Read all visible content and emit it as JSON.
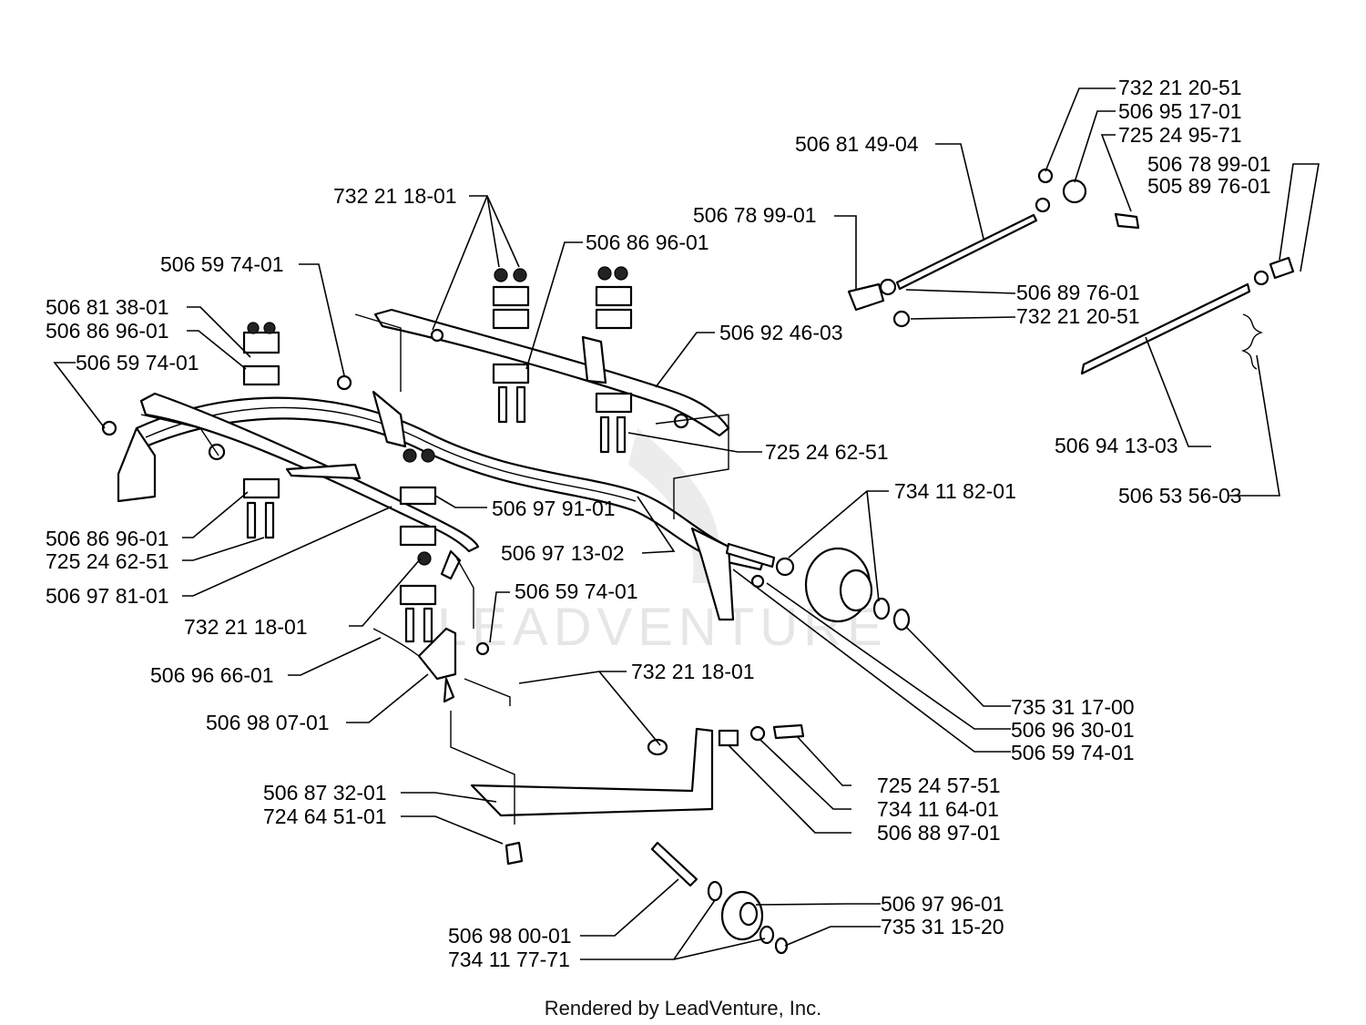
{
  "watermark": "LEADVENTURE",
  "footer": "Rendered by LeadVenture, Inc.",
  "labels": [
    "732 21 20-51",
    "506 95 17-01",
    "725 24 95-71",
    "506 81 49-04",
    "506 78 99-01",
    "505 89 76-01",
    "506 78 99-01",
    "506 89 76-01",
    "732 21 20-51",
    "732 21 18-01",
    "506 86 96-01",
    "506 59 74-01",
    "506 92 46-03",
    "506 81 38-01",
    "506 86 96-01",
    "506 59 74-01",
    "725 24 62-51",
    "506 94 13-03",
    "506 53 56-03",
    "734 11 82-01",
    "506 97 91-01",
    "506 86 96-01",
    "725 24 62-51",
    "506 97 13-02",
    "506 97 81-01",
    "506 59 74-01",
    "732 21 18-01",
    "506 96 66-01",
    "732 21 18-01",
    "735 31 17-00",
    "506 98 07-01",
    "506 96 30-01",
    "506 59 74-01",
    "725 24 57-51",
    "506 87 32-01",
    "734 11 64-01",
    "724 64 51-01",
    "506 88 97-01",
    "506 97 96-01",
    "506 98 00-01",
    "735 31 15-20",
    "734 11 77-71"
  ]
}
